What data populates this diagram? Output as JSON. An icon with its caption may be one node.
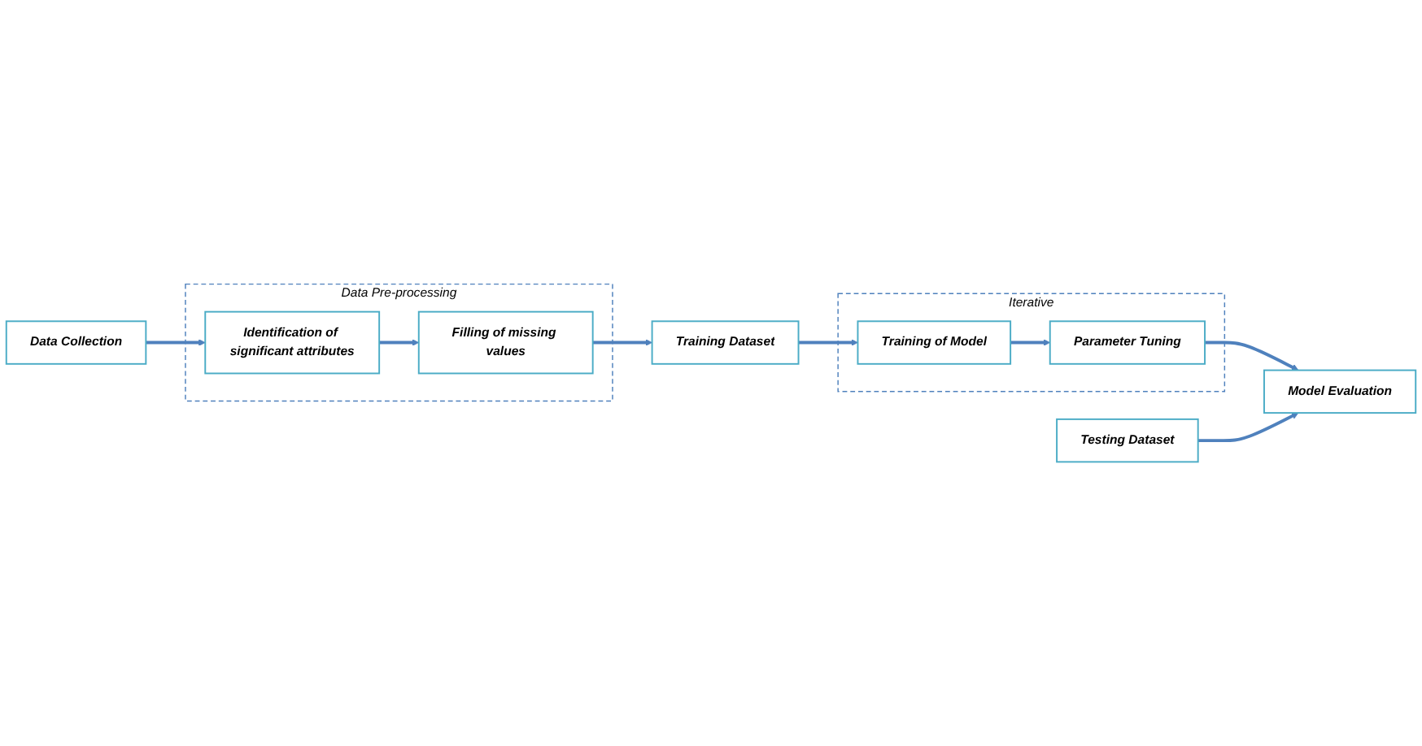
{
  "diagram": {
    "nodes": [
      {
        "text": [
          "Data Collection"
        ]
      },
      {
        "text": [
          "Data Pre-processing"
        ]
      },
      {
        "text": [
          "Identification of significant attributes"
        ],
        "in": 1
      },
      {
        "text": [
          "Filling of missing values"
        ],
        "in": 1
      },
      {
        "text": [
          "Training Dataset"
        ]
      },
      {
        "text": [
          "Testing Dataset"
        ]
      },
      {
        "text": [
          "Model Evaluation"
        ]
      },
      {
        "text": [
          "Iterative"
        ]
      },
      {
        "text": [
          "Parameter Tuning"
        ],
        "in": 7
      },
      {
        "text": [
          "Training of Model"
        ],
        "in": 7
      }
    ],
    "edges": [
      {
        "from": 0,
        "to": 2,
        "arrow": "to"
      },
      {
        "from": 2,
        "to": 3,
        "arrow": "to"
      },
      {
        "from": 3,
        "to": 4,
        "arrow": "to"
      },
      {
        "from": 4,
        "to": 9,
        "arrow": "to"
      },
      {
        "from": 9,
        "to": 8,
        "arrow": "to"
      },
      {
        "from": 8,
        "to": 6,
        "arrow": "to"
      },
      {
        "from": 5,
        "to": 6,
        "arrow": "to"
      }
    ]
  }
}
